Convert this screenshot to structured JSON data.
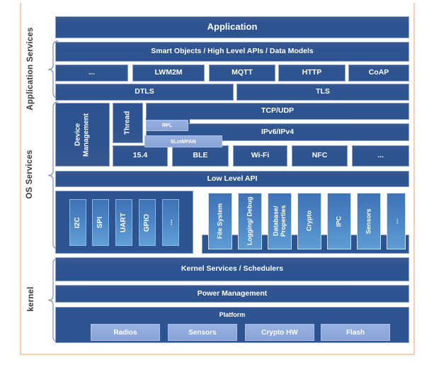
{
  "side_labels": {
    "application_services": "Application Services",
    "os_services": "OS Services",
    "kernel": "kernel"
  },
  "application": {
    "label": "Application"
  },
  "application_services": {
    "smart_objects": "Smart Objects / High Level APIs / Data Models",
    "protocols": [
      {
        "label": "..."
      },
      {
        "label": "LWM2M"
      },
      {
        "label": "MQTT"
      },
      {
        "label": "HTTP"
      },
      {
        "label": "CoAP"
      }
    ],
    "transport_security": [
      {
        "label": "DTLS"
      },
      {
        "label": "TLS"
      }
    ]
  },
  "os_services": {
    "device_management": "Device Management",
    "thread": "Thread",
    "tcp_udp": "TCP/UDP",
    "rpl": "RPL",
    "ipv6_ipv4": "IPv6/IPv4",
    "sixlowpan": "6LoWPAN",
    "link_layers": [
      {
        "label": "15.4"
      },
      {
        "label": "BLE"
      },
      {
        "label": "Wi-Fi"
      },
      {
        "label": "NFC"
      },
      {
        "label": "..."
      }
    ],
    "low_level_api": "Low Level API",
    "peripheral_drivers": [
      {
        "label": "I2C"
      },
      {
        "label": "SPI"
      },
      {
        "label": "UART"
      },
      {
        "label": "GPIO"
      },
      {
        "label": "..."
      }
    ],
    "system_services": [
      {
        "label": "File System"
      },
      {
        "label": "Logging/ Debug"
      },
      {
        "label": "Database/ Properties"
      },
      {
        "label": "Crypto"
      },
      {
        "label": "IPC"
      },
      {
        "label": "Sensors"
      },
      {
        "label": "..."
      }
    ]
  },
  "kernel": {
    "kernel_services": "Kernel Services / Schedulers",
    "power_management": "Power Management",
    "platform": "Platform",
    "hardware": [
      {
        "label": "Radios"
      },
      {
        "label": "Sensors"
      },
      {
        "label": "Crypto HW"
      },
      {
        "label": "Flash"
      }
    ]
  },
  "colors": {
    "navy": "#2e5391",
    "medium_blue": "#4a84c4",
    "light_blue": "#8ea9db",
    "frame_border": "#f4cdb2",
    "brace": "#8b9dc1",
    "side_label_text": "#3a3a3a"
  }
}
